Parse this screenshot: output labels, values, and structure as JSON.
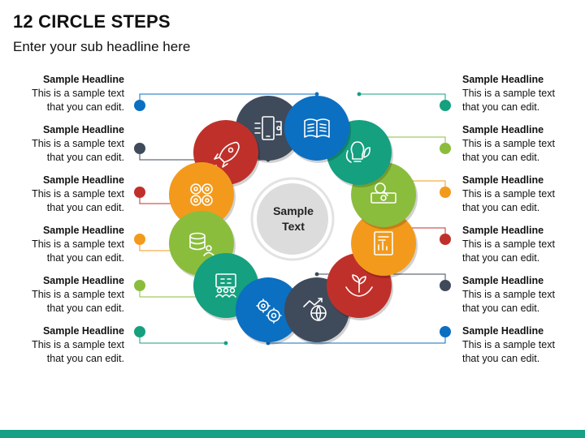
{
  "title": "12 CIRCLE STEPS",
  "subtitle": "Enter your sub headline here",
  "center_text": "Sample\nText",
  "colors": {
    "blue": "#0b6fc2",
    "slate": "#3f4a5a",
    "red": "#c0302a",
    "orange": "#f39a1c",
    "green": "#8bbd3c",
    "teal": "#15a07f",
    "accent_bar": "#17a085"
  },
  "left_items": [
    {
      "headline": "Sample Headline",
      "body": "This is a sample text\nthat you can edit."
    },
    {
      "headline": "Sample Headline",
      "body": "This is a sample text\nthat you can edit."
    },
    {
      "headline": "Sample Headline",
      "body": "This is a sample text\nthat you can edit."
    },
    {
      "headline": "Sample Headline",
      "body": "This is a sample text\nthat you can edit."
    },
    {
      "headline": "Sample Headline",
      "body": "This is a sample text\nthat you can edit."
    },
    {
      "headline": "Sample Headline",
      "body": "This is a sample text\nthat you can edit."
    }
  ],
  "right_items": [
    {
      "headline": "Sample Headline",
      "body": "This is a sample text\nthat you can edit."
    },
    {
      "headline": "Sample Headline",
      "body": "This is a sample text\nthat you can edit."
    },
    {
      "headline": "Sample Headline",
      "body": "This is a sample text\nthat you can edit."
    },
    {
      "headline": "Sample Headline",
      "body": "This is a sample text\nthat you can edit."
    },
    {
      "headline": "Sample Headline",
      "body": "This is a sample text\nthat you can edit."
    },
    {
      "headline": "Sample Headline",
      "body": "This is a sample text\nthat you can edit."
    }
  ],
  "steps": [
    {
      "color": "#0b6fc2",
      "icon": "book-icon"
    },
    {
      "color": "#15a07f",
      "icon": "eco-bulb-icon"
    },
    {
      "color": "#8bbd3c",
      "icon": "money-search-icon"
    },
    {
      "color": "#f39a1c",
      "icon": "report-icon"
    },
    {
      "color": "#c0302a",
      "icon": "plant-hands-icon"
    },
    {
      "color": "#3f4a5a",
      "icon": "global-growth-icon"
    },
    {
      "color": "#0b6fc2",
      "icon": "gears-icon"
    },
    {
      "color": "#15a07f",
      "icon": "team-building-icon"
    },
    {
      "color": "#8bbd3c",
      "icon": "database-users-icon"
    },
    {
      "color": "#f39a1c",
      "icon": "steering-nodes-icon"
    },
    {
      "color": "#c0302a",
      "icon": "rocket-icon"
    },
    {
      "color": "#3f4a5a",
      "icon": "mobile-data-icon"
    }
  ]
}
